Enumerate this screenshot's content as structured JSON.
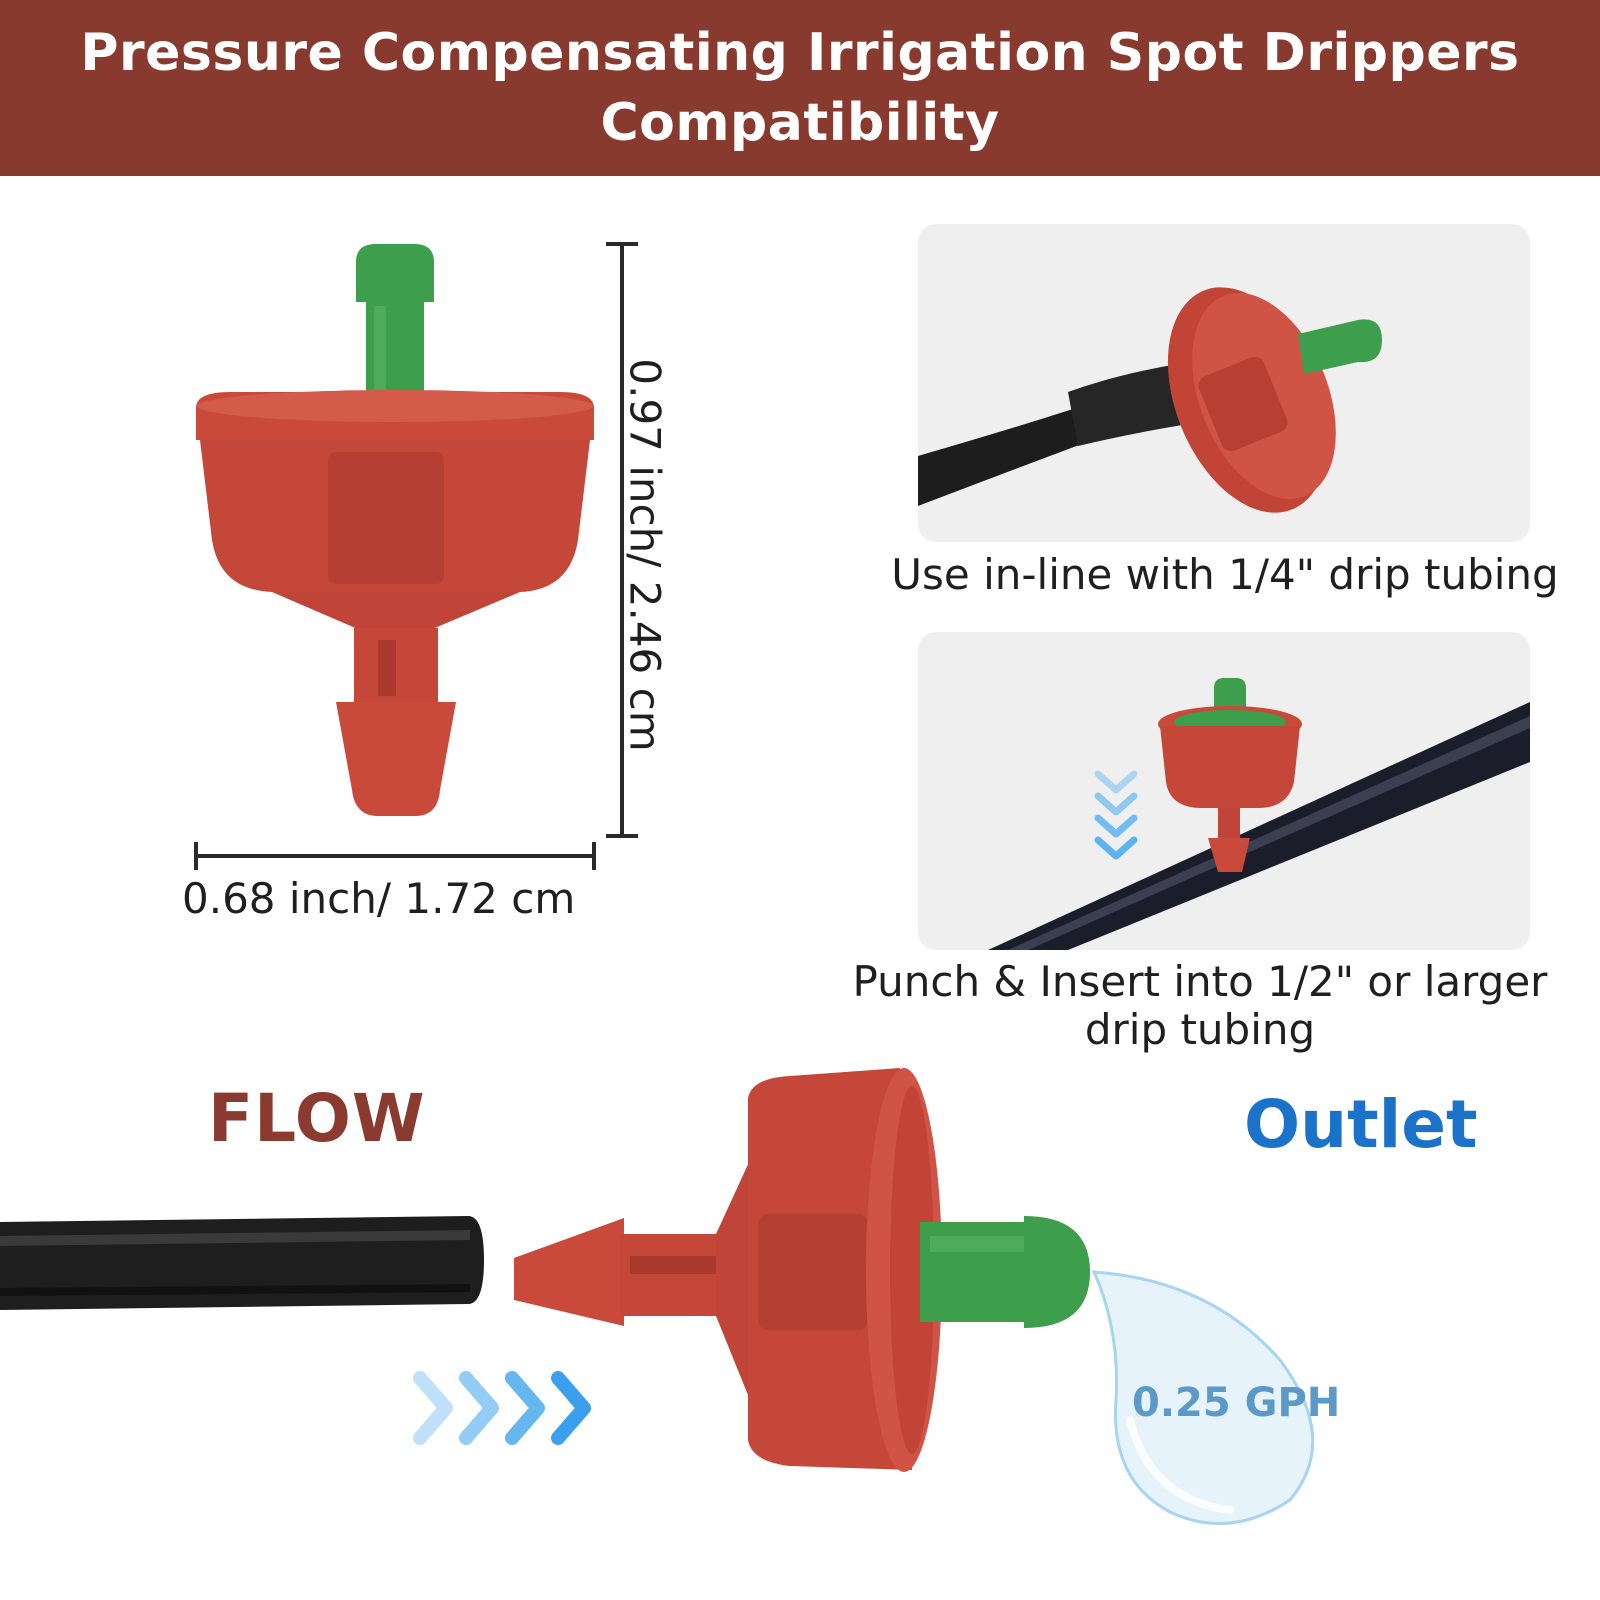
{
  "header": {
    "title_line1": "Pressure Compensating Irrigation Spot Drippers",
    "title_line2": "Compatibility"
  },
  "dimensions": {
    "height_label": "0.97 inch/ 2.46 cm",
    "width_label": "0.68 inch/ 1.72 cm"
  },
  "panels": [
    {
      "caption": "Use in-line with 1/4\" drip tubing"
    },
    {
      "caption_line1": "Punch & Insert into 1/2\" or larger",
      "caption_line2": "drip tubing"
    }
  ],
  "flow_diagram": {
    "flow_label": "FLOW",
    "outlet_label": "Outlet",
    "rate_label": "0.25 GPH"
  },
  "colors": {
    "banner": "#893a2f",
    "dripper_red": "#c9493a",
    "dripper_green": "#3a9a4a",
    "flow_text": "#8b3a2f",
    "outlet_text": "#1a73c8",
    "arrow_blue": "#3aa0ee"
  }
}
